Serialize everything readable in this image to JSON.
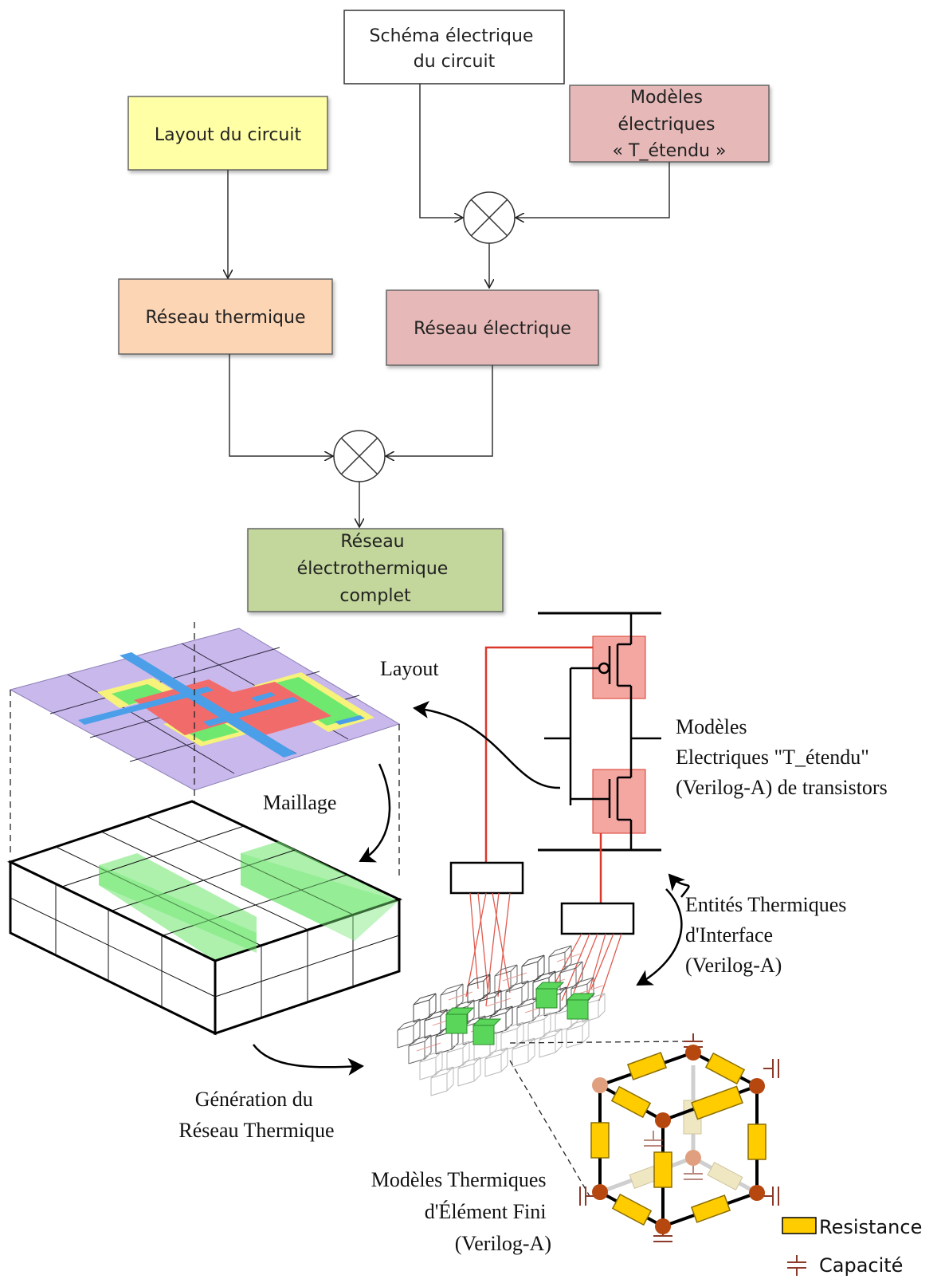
{
  "flowchart": {
    "boxes": {
      "schema": [
        "Schéma électrique",
        "du circuit"
      ],
      "layout": [
        "Layout du circuit"
      ],
      "modeles": [
        "Modèles",
        "électriques",
        "« T_étendu »"
      ],
      "reseau_thermique": [
        "Réseau thermique"
      ],
      "reseau_electrique": [
        "Réseau électrique"
      ],
      "reseau_complet": [
        "Réseau",
        "électrothermique",
        "complet"
      ]
    }
  },
  "illustration": {
    "labels": {
      "layout": "Layout",
      "maillage": "Maillage",
      "modeles_electriques": [
        "Modèles",
        "Electriques \"T_étendu\"",
        " (Verilog-A) de transistors"
      ],
      "entites": [
        "Entités Thermiques",
        "d'Interface",
        "(Verilog-A)"
      ],
      "generation": [
        "Génération du",
        "Réseau Thermique"
      ],
      "modeles_thermiques": [
        "Modèles Thermiques",
        "d'Élément Fini",
        "(Verilog-A)"
      ]
    },
    "legend": {
      "resistance": "Resistance",
      "capacite": "Capacité"
    }
  },
  "colors": {
    "layout_box": "#ffffa6",
    "modeles_box": "#e6b9b8",
    "reseau_thermique_box": "#fcd5b5",
    "reseau_electrique_box": "#e6b9b8",
    "reseau_complet_box": "#c3d69b",
    "resistor": "#ffcc00",
    "node": "#b5470f",
    "transistor_highlight": "#f4a6a0",
    "wire_red": "#d9382b",
    "layout_purple": "#c9b8ec",
    "layout_blue": "#4a9fe8",
    "layout_red": "#f26b6b",
    "layout_green": "#6fe86f",
    "layout_yellow": "#f6f27a"
  }
}
